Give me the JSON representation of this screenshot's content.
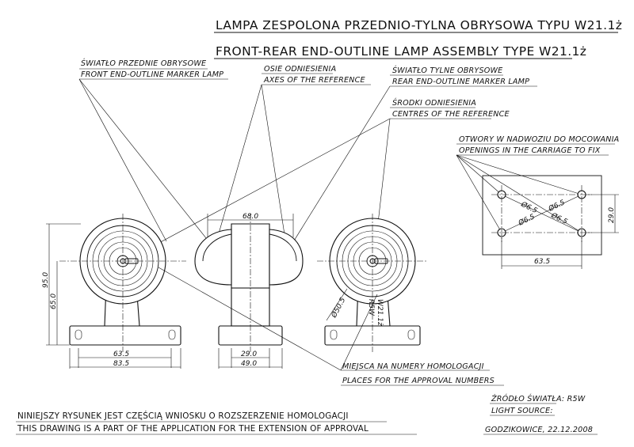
{
  "title": {
    "pl": "LAMPA  ZESPOLONA  PRZEDNIO-TYLNA OBRYSOWA TYPU W21.1ż",
    "en": "FRONT-REAR END-OUTLINE LAMP ASSEMBLY TYPE W21.1ż"
  },
  "labels": {
    "front_marker": {
      "pl": "ŚWIATŁO PRZEDNIE OBRYSOWE",
      "en": "FRONT END-OUTLINE MARKER LAMP"
    },
    "axes": {
      "pl": "OSIE ODNIESIENIA",
      "en": "AXES OF THE REFERENCE"
    },
    "rear_marker": {
      "pl": "ŚWIATŁO TYLNE OBRYSOWE",
      "en": "REAR END-OUTLINE MARKER LAMP"
    },
    "centres": {
      "pl": "ŚRODKI ODNIESIENIA",
      "en": "CENTRES OF THE REFERENCE"
    },
    "openings": {
      "pl": "OTWORY W NADWOZIU DO MOCOWANIA",
      "en": "OPENINGS IN THE CARRIAGE TO FIX"
    },
    "approval_places": {
      "pl": "MIEJSCA NA NUMERY HOMOLOGACJI",
      "en": "PLACES FOR THE APPROVAL NUMBERS"
    }
  },
  "dimensions": {
    "left_height_total": "95.0",
    "left_height_axis": "65.0",
    "left_base_inner": "63.5",
    "left_base_outer": "83.5",
    "middle_top": "68.0",
    "middle_base_inner": "29.0",
    "middle_base_outer": "49.0",
    "right_diameter": "Ø50.5",
    "holes_width": "63.5",
    "holes_height": "29.0",
    "hole_diameters": [
      "Ø6.5",
      "Ø6.5",
      "Ø6.5",
      "Ø6.5"
    ]
  },
  "marking": {
    "line1": "W21.1ż",
    "line2": "R5W"
  },
  "light_source": {
    "pl": "ŹRÓDŁO ŚWIATŁA:  R5W",
    "en": "LIGHT SOURCE:"
  },
  "footer": {
    "pl": "NINIEJSZY RYSUNEK JEST CZĘŚCIĄ WNIOSKU O ROZSZERZENIE HOMOLOGACJI",
    "en": "THIS DRAWING IS A PART OF THE APPLICATION FOR THE EXTENSION OF APPROVAL"
  },
  "place_date": "GODZIKOWICE, 22.12.2008"
}
